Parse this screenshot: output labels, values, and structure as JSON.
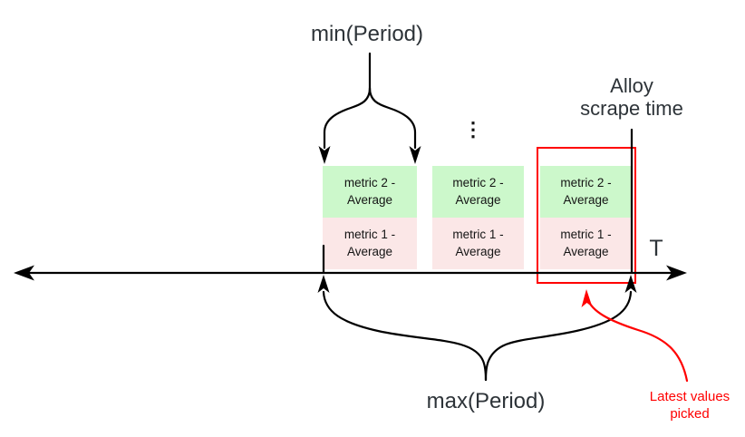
{
  "labels": {
    "min_period": "min(Period)",
    "max_period": "max(Period)",
    "alloy": {
      "line1": "Alloy",
      "line2": "scrape time"
    },
    "axis": "T",
    "ellipsis": "⋮",
    "latest": {
      "line1": "Latest values",
      "line2": "picked"
    }
  },
  "metric_groups": [
    {
      "metric2": "metric 2 - Average",
      "metric1": "metric 1 - Average"
    },
    {
      "metric2": "metric 2 - Average",
      "metric1": "metric 1 - Average"
    },
    {
      "metric2": "metric 2 - Average",
      "metric1": "metric 1 - Average"
    }
  ],
  "colors": {
    "metric2_fill": "#ccf8cb",
    "metric1_fill": "#fbe7e7",
    "highlight": "#ff0000",
    "ink": "#000000",
    "label_ink": "#2d3338"
  }
}
